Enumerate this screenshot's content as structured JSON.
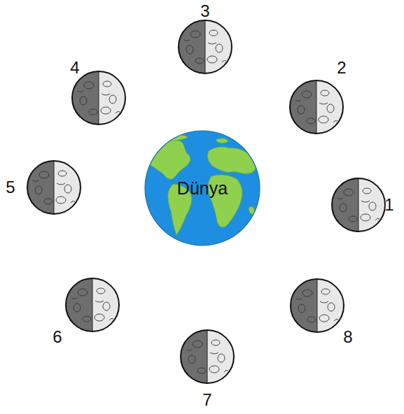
{
  "diagram": {
    "nodes": [
      {
        "text": [
          "Dünya"
        ]
      }
    ],
    "labels": [
      "1",
      "2",
      "3",
      "4",
      "5",
      "6",
      "7",
      "8"
    ]
  }
}
